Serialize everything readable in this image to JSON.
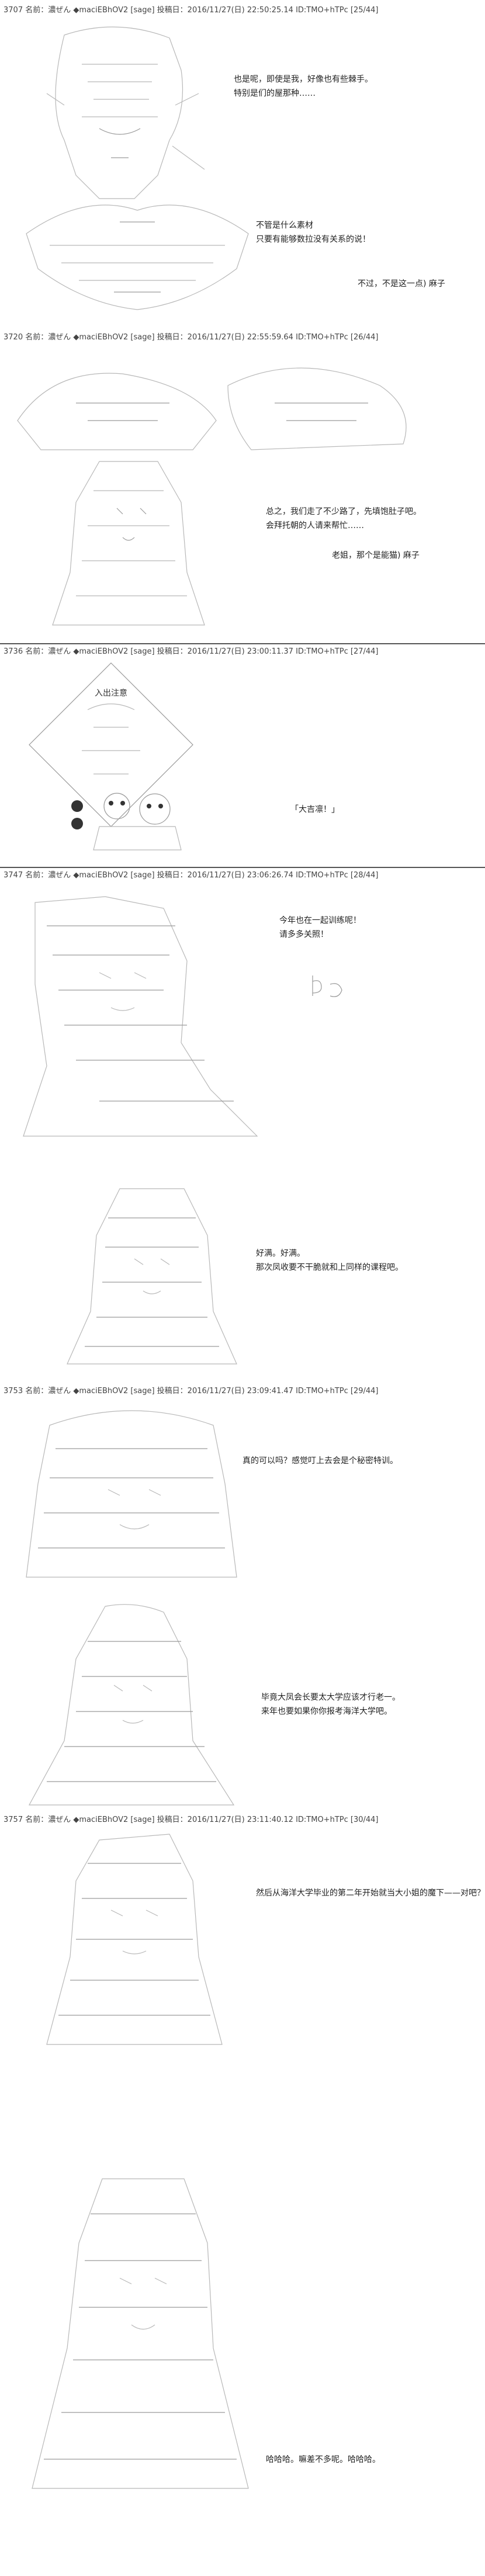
{
  "posts": [
    {
      "header": "3707 名前：濃ぜん ◆maciEBhOV2 [sage] 投稿日：2016/11/27(日) 22:50:25.14 ID:TMO+hTPc [25/44]",
      "lines_a": [
        "也是呢，即使是我，好像也有些棘手。",
        "特别是们的屋那种……"
      ],
      "lines_b": [
        "不管是什么素材",
        "只要有能够数拉没有关系的说！"
      ],
      "lines_c": [
        "不过，不是这一点) 麻子"
      ]
    },
    {
      "header": "3720 名前：濃ぜん ◆maciEBhOV2 [sage] 投稿日：2016/11/27(日) 22:55:59.64 ID:TMO+hTPc [26/44]",
      "lines_a": [
        "总之，我们走了不少路了，先填饱肚子吧。",
        "会拜托朝的人请来帮忙……"
      ],
      "lines_b": [
        "老姐，那个是能猫) 麻子"
      ]
    },
    {
      "header": "3736 名前：濃ぜん ◆maciEBhOV2 [sage] 投稿日：2016/11/27(日) 23:00:11.37 ID:TMO+hTPc [27/44]",
      "sign": "入出注意",
      "lines_a": [
        "「大吉凛！」"
      ]
    },
    {
      "header": "3747 名前：濃ぜん ◆maciEBhOV2 [sage] 投稿日：2016/11/27(日) 23:06:26.74 ID:TMO+hTPc [28/44]",
      "lines_a": [
        "今年也在一起训练呢！",
        "请多多关照！"
      ],
      "lines_b": [
        "好满。好满。",
        "那次凤收要不干脆就和上同样的课程吧。"
      ]
    },
    {
      "header": "3753 名前：濃ぜん ◆maciEBhOV2 [sage] 投稿日：2016/11/27(日) 23:09:41.47 ID:TMO+hTPc [29/44]",
      "lines_a": [
        "真的可以吗？感觉叮上去会是个秘密特训。"
      ],
      "lines_b": [
        "毕竟大凤会长要太大学应该才行老一。",
        "来年也要如果你你报考海洋大学吧。"
      ]
    },
    {
      "header": "3757 名前：濃ぜん ◆maciEBhOV2 [sage] 投稿日：2016/11/27(日) 23:11:40.12 ID:TMO+hTPc [30/44]",
      "lines_a": [
        "然后从海洋大学毕业的第二年开始就当大小姐的魔下——对吧？"
      ],
      "lines_b": [
        "哈哈哈。嘛差不多呢。哈哈哈。"
      ]
    }
  ]
}
